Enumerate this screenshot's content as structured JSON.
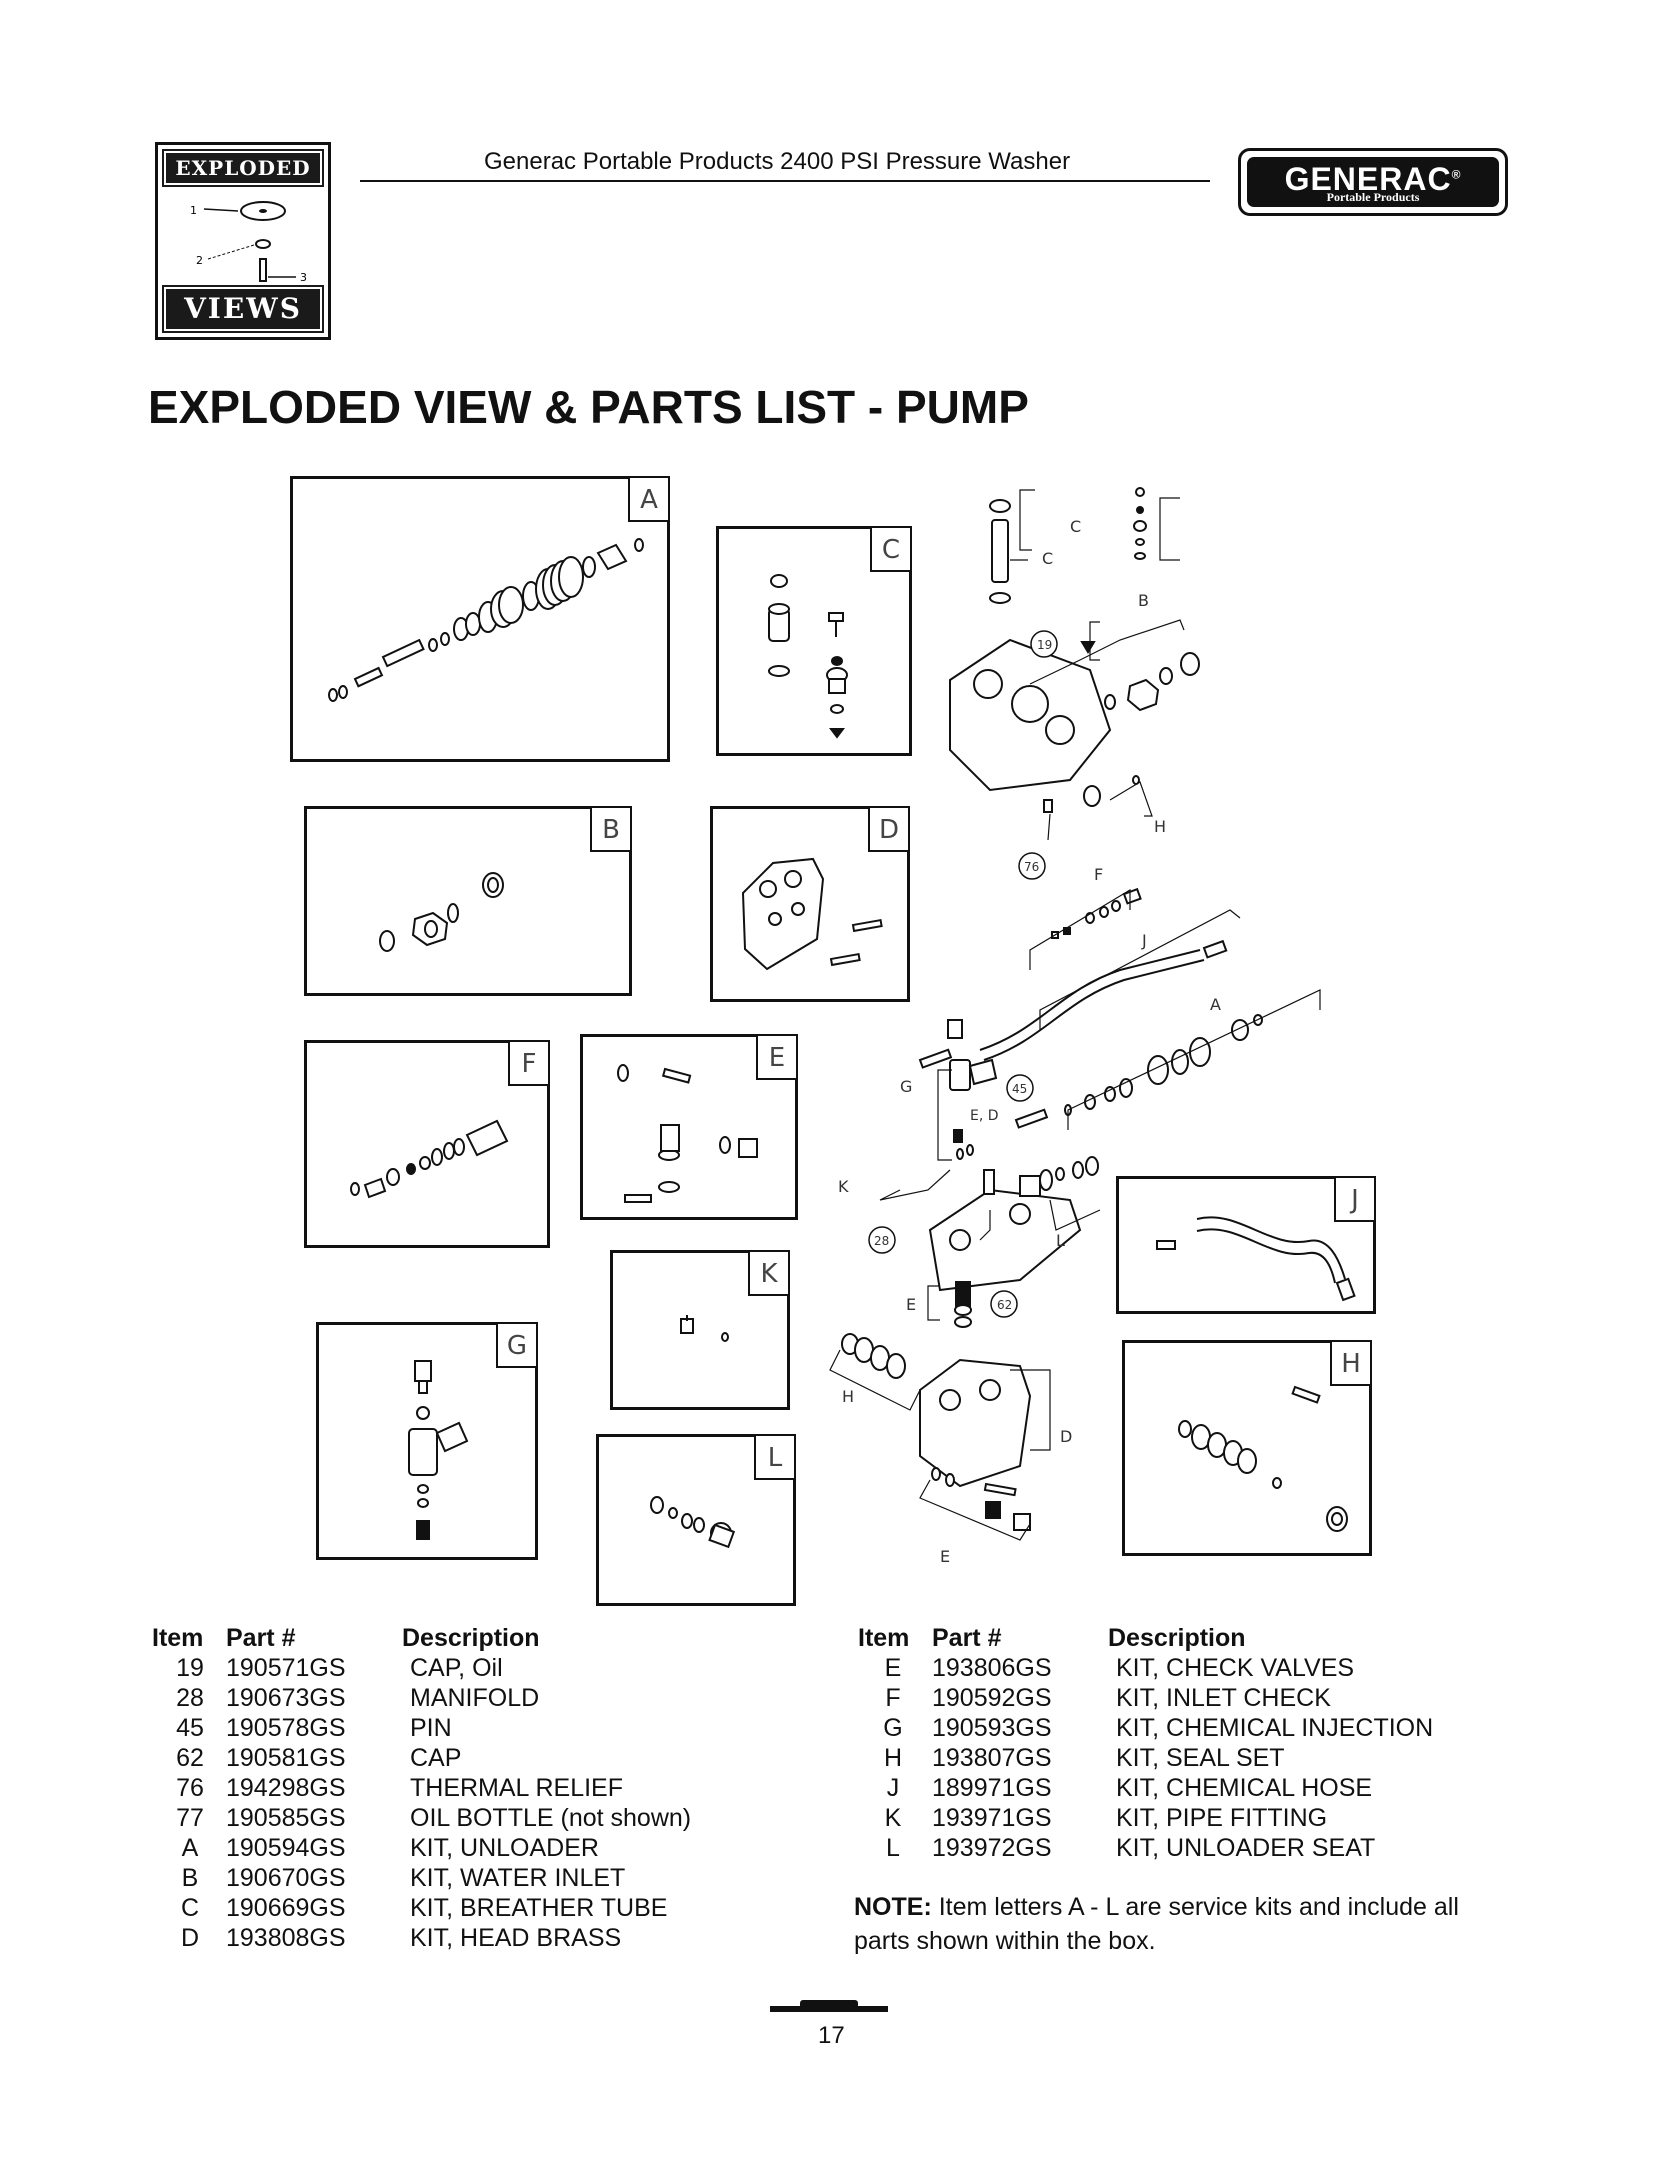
{
  "header": {
    "badge_top": "EXPLODED",
    "badge_bottom": "VIEWS",
    "badge_callouts": [
      "1",
      "2",
      "3"
    ],
    "doc_title": "Generac Portable Products 2400 PSI Pressure Washer",
    "logo_brand": "GENERAC",
    "logo_mark": "®",
    "logo_sub": "Portable Products"
  },
  "page_heading": "EXPLODED VIEW & PARTS LIST - PUMP",
  "kits": {
    "A": "A",
    "B": "B",
    "C": "C",
    "D": "D",
    "E": "E",
    "F": "F",
    "G": "G",
    "H": "H",
    "J": "J",
    "K": "K",
    "L": "L"
  },
  "assembly_labels": {
    "c1": "C",
    "c2": "C",
    "b": "B",
    "n19": "19",
    "h1": "H",
    "n76": "76",
    "f": "F",
    "j": "J",
    "a": "A",
    "g": "G",
    "n45": "45",
    "ed": "E, D",
    "k": "K",
    "l": "L",
    "n28": "28",
    "e1": "E",
    "n62": "62",
    "h2": "H",
    "d": "D",
    "e2": "E"
  },
  "parts_table": {
    "headers": {
      "item": "Item",
      "part": "Part #",
      "desc": "Description"
    },
    "left": [
      {
        "item": "19",
        "part": "190571GS",
        "desc": "CAP, Oil"
      },
      {
        "item": "28",
        "part": "190673GS",
        "desc": "MANIFOLD"
      },
      {
        "item": "45",
        "part": "190578GS",
        "desc": "PIN"
      },
      {
        "item": "62",
        "part": "190581GS",
        "desc": "CAP"
      },
      {
        "item": "76",
        "part": "194298GS",
        "desc": "THERMAL RELIEF"
      },
      {
        "item": "77",
        "part": "190585GS",
        "desc": "OIL BOTTLE (not shown)"
      },
      {
        "item": "A",
        "part": "190594GS",
        "desc": "KIT, UNLOADER"
      },
      {
        "item": "B",
        "part": "190670GS",
        "desc": "KIT, WATER INLET"
      },
      {
        "item": "C",
        "part": "190669GS",
        "desc": "KIT, BREATHER TUBE"
      },
      {
        "item": "D",
        "part": "193808GS",
        "desc": "KIT, HEAD BRASS"
      }
    ],
    "right": [
      {
        "item": "E",
        "part": "193806GS",
        "desc": "KIT, CHECK VALVES"
      },
      {
        "item": "F",
        "part": "190592GS",
        "desc": "KIT, INLET CHECK"
      },
      {
        "item": "G",
        "part": "190593GS",
        "desc": "KIT, CHEMICAL INJECTION"
      },
      {
        "item": "H",
        "part": "193807GS",
        "desc": "KIT, SEAL SET"
      },
      {
        "item": "J",
        "part": "189971GS",
        "desc": "KIT, CHEMICAL HOSE"
      },
      {
        "item": "K",
        "part": "193971GS",
        "desc": "KIT, PIPE FITTING"
      },
      {
        "item": "L",
        "part": "193972GS",
        "desc": "KIT, UNLOADER SEAT"
      }
    ]
  },
  "note": {
    "label": "NOTE:",
    "text": " Item letters A - L are service kits and include all parts shown within the box."
  },
  "page_number": "17"
}
